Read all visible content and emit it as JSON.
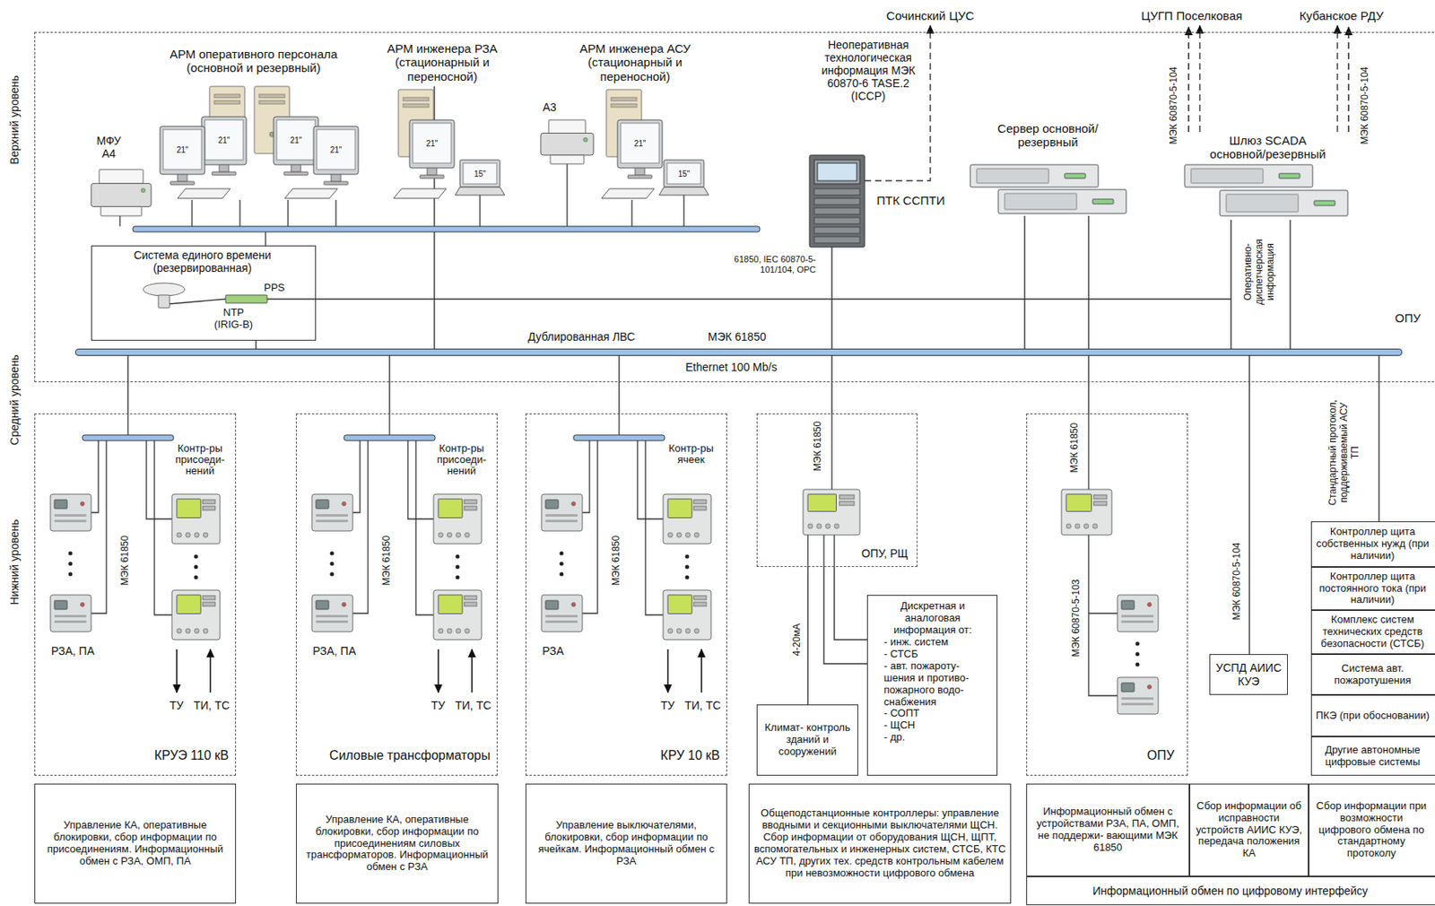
{
  "diagram": {
    "nodes": [
      {
        "text": [
          "ОПУ"
        ]
      },
      {
        "text": [
          "АРМ оперативного персонала (основной и резервный)"
        ],
        "in": 0
      },
      {
        "text": [
          "АРМ инженера РЗА (стационарный и переносной)"
        ],
        "in": 0
      },
      {
        "text": [
          "АРМ инженера АСУ (стационарный и переносной)"
        ],
        "in": 0
      },
      {
        "text": [
          "МФУ А4"
        ],
        "in": 0
      },
      {
        "text": [
          "А3"
        ],
        "in": 0
      },
      {
        "text": [
          "Система единого времени (резервированная)",
          "NTP (IRIG-B)"
        ],
        "in": 0
      },
      {
        "text": [
          "ПТК ССПТИ",
          "61850, IEC 60870-5-101/104, OPC"
        ],
        "in": 0
      },
      {
        "text": [
          "Сервер основной/резервный"
        ],
        "in": 0
      },
      {
        "text": [
          "Шлюз SCADA основной/резервный"
        ],
        "in": 0
      },
      {
        "text": [
          "Дублированная ЛВС",
          "МЭК 61850",
          "Ethernet 100 Mb/s"
        ],
        "in": 0
      },
      {
        "text": [
          "Сочинский ЦУС"
        ]
      },
      {
        "text": [
          "ЦУГП Поселковая"
        ]
      },
      {
        "text": [
          "Кубанское РДУ"
        ]
      },
      {
        "text": [
          "КРУЭ 110 кВ",
          "Контр-ры присоеди- нений",
          "РЗА, ПА",
          "МЭК 61850",
          "ТУ",
          "ТИ, ТС"
        ]
      },
      {
        "text": [
          "Силовые трансформаторы",
          "Контр-ры присоеди- нений",
          "РЗА, ПА",
          "МЭК 61850",
          "ТУ",
          "ТИ, ТС"
        ]
      },
      {
        "text": [
          "КРУ 10 кВ",
          "Контр-ры ячеек",
          "РЗА",
          "МЭК 61850",
          "ТУ",
          "ТИ, ТС"
        ]
      },
      {
        "text": [
          "ОПУ, РЩ"
        ]
      },
      {
        "text": [
          "Климат- контроль зданий и сооружений"
        ]
      },
      {
        "text": [
          "Дискретная и аналоговая информация от:",
          "- инж. систем",
          "- СТСБ",
          "- авт. пожароту- шения и противо- пожарного водо- снабжения",
          "- СОПТ",
          "- ЩСН",
          "- др."
        ]
      },
      {
        "text": [
          "ОПУ",
          "МЭК 60870-5-103"
        ]
      },
      {
        "text": [
          "УСПД АИИС КУЭ"
        ]
      },
      {
        "text": [
          "Контроллер щита собственных нужд (при наличии)"
        ]
      },
      {
        "text": [
          "Контроллер щита постоянного тока (при наличии)"
        ]
      },
      {
        "text": [
          "Комплекс систем технических средств безопасности (СТСБ)"
        ]
      },
      {
        "text": [
          "Система авт. пожаротушения"
        ]
      },
      {
        "text": [
          "ПКЭ (при обосновании)"
        ]
      },
      {
        "text": [
          "Другие автономные цифровые системы"
        ]
      },
      {
        "text": [
          "Управление КА, оперативные блокировки, сбор информации по присоединениям. Информационный обмен с РЗА, ОМП, ПА"
        ]
      },
      {
        "text": [
          "Управление КА, оперативные блокировки, сбор информации по присоединениям силовых трансформаторов. Информационный обмен с РЗА"
        ]
      },
      {
        "text": [
          "Управление выключателями, блокировки, сбор информации по ячейкам. Информационный обмен с РЗА"
        ]
      },
      {
        "text": [
          "Общеподстанционные контроллеры: управление вводными и секционными выключателями ЩСН. Сбор информации от оборудования ЩСН, ЩПТ, вспомогательных и инженерных систем, СТСБ, КТС АСУ ТП, других тех. средств контрольным кабелем при невозможности цифрового обмена"
        ]
      },
      {
        "text": [
          "Информационный обмен с устройствами РЗА, ПА, ОМП, не поддержи- вающими МЭК 61850"
        ]
      },
      {
        "text": [
          "Сбор информации об исправности устройств АИИС КУЭ, передача положения КА"
        ]
      },
      {
        "text": [
          "Сбор информации при возможности цифрового обмена по стандартному протоколу"
        ]
      },
      {
        "text": [
          "Информационный обмен по цифровому интерфейсу"
        ]
      }
    ],
    "edges": [
      {
        "from": 7,
        "to": 11,
        "arrow": "to",
        "label": "Неоперативная технологическая информация МЭК 60870-6 TASE.2 (ICCP)"
      },
      {
        "from": 9,
        "to": 12,
        "arrow": "to",
        "label": "МЭК 60870-5-104"
      },
      {
        "from": 9,
        "to": 13,
        "arrow": "to",
        "label": "МЭК 60870-5-104"
      },
      {
        "from": 6,
        "to": 10,
        "arrow": "none"
      },
      {
        "from": 2,
        "to": 10,
        "arrow": "none"
      },
      {
        "from": 7,
        "to": 10,
        "arrow": "none"
      },
      {
        "from": 8,
        "to": 10,
        "arrow": "none"
      },
      {
        "from": 8,
        "to": 10,
        "arrow": "none"
      },
      {
        "from": 9,
        "to": 10,
        "arrow": "none",
        "label": "Оперативно-диспетчерская информация"
      },
      {
        "from": 9,
        "to": 10,
        "arrow": "none"
      },
      {
        "from": 14,
        "to": 10,
        "arrow": "none"
      },
      {
        "from": 15,
        "to": 10,
        "arrow": "none"
      },
      {
        "from": 16,
        "to": 10,
        "arrow": "none"
      },
      {
        "from": 17,
        "to": 10,
        "arrow": "none",
        "label": "МЭК 61850"
      },
      {
        "from": 20,
        "to": 10,
        "arrow": "none",
        "label": "МЭК 61850"
      },
      {
        "from": 21,
        "to": 10,
        "arrow": "none",
        "label": "МЭК 60870-5-104"
      },
      {
        "from": 22,
        "to": 10,
        "arrow": "none",
        "label": "Стандартный протокол, поддерживаемый АСУ ТП"
      },
      {
        "from": 18,
        "to": 17,
        "arrow": "none",
        "label": "4-20мА"
      },
      {
        "from": 19,
        "to": 17,
        "arrow": "none"
      },
      {
        "from": 19,
        "to": 17,
        "arrow": "none"
      }
    ],
    "labels": [
      "Верхний уровень",
      "Средний уровень",
      "Нижний уровень",
      "21\"",
      "21\"",
      "21\"",
      "21\"",
      "21\"",
      "15\"",
      "21\"",
      "15\"",
      "PPS"
    ]
  }
}
